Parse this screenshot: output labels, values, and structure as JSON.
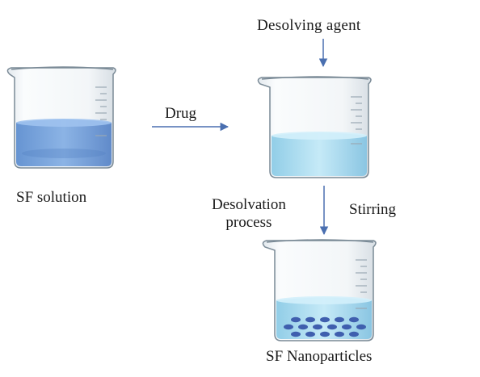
{
  "labels": {
    "desolving_agent": "Desolving agent",
    "drug": "Drug",
    "sf_solution": "SF solution",
    "desolvation_line1": "Desolvation",
    "desolvation_line2": "process",
    "stirring": "Stirring",
    "sf_nanoparticles": "SF Nanoparticles"
  },
  "colors": {
    "arrow": "#4a6fb0",
    "beaker_glass": "#f0f4f7",
    "beaker_outline": "#7a8a96",
    "solution_blue": "#6f9fd8",
    "solution_light": "#a9dcef",
    "particle": "#3f5fae"
  },
  "icons": [
    "beaker-icon",
    "arrow-icon",
    "particle-icon"
  ]
}
